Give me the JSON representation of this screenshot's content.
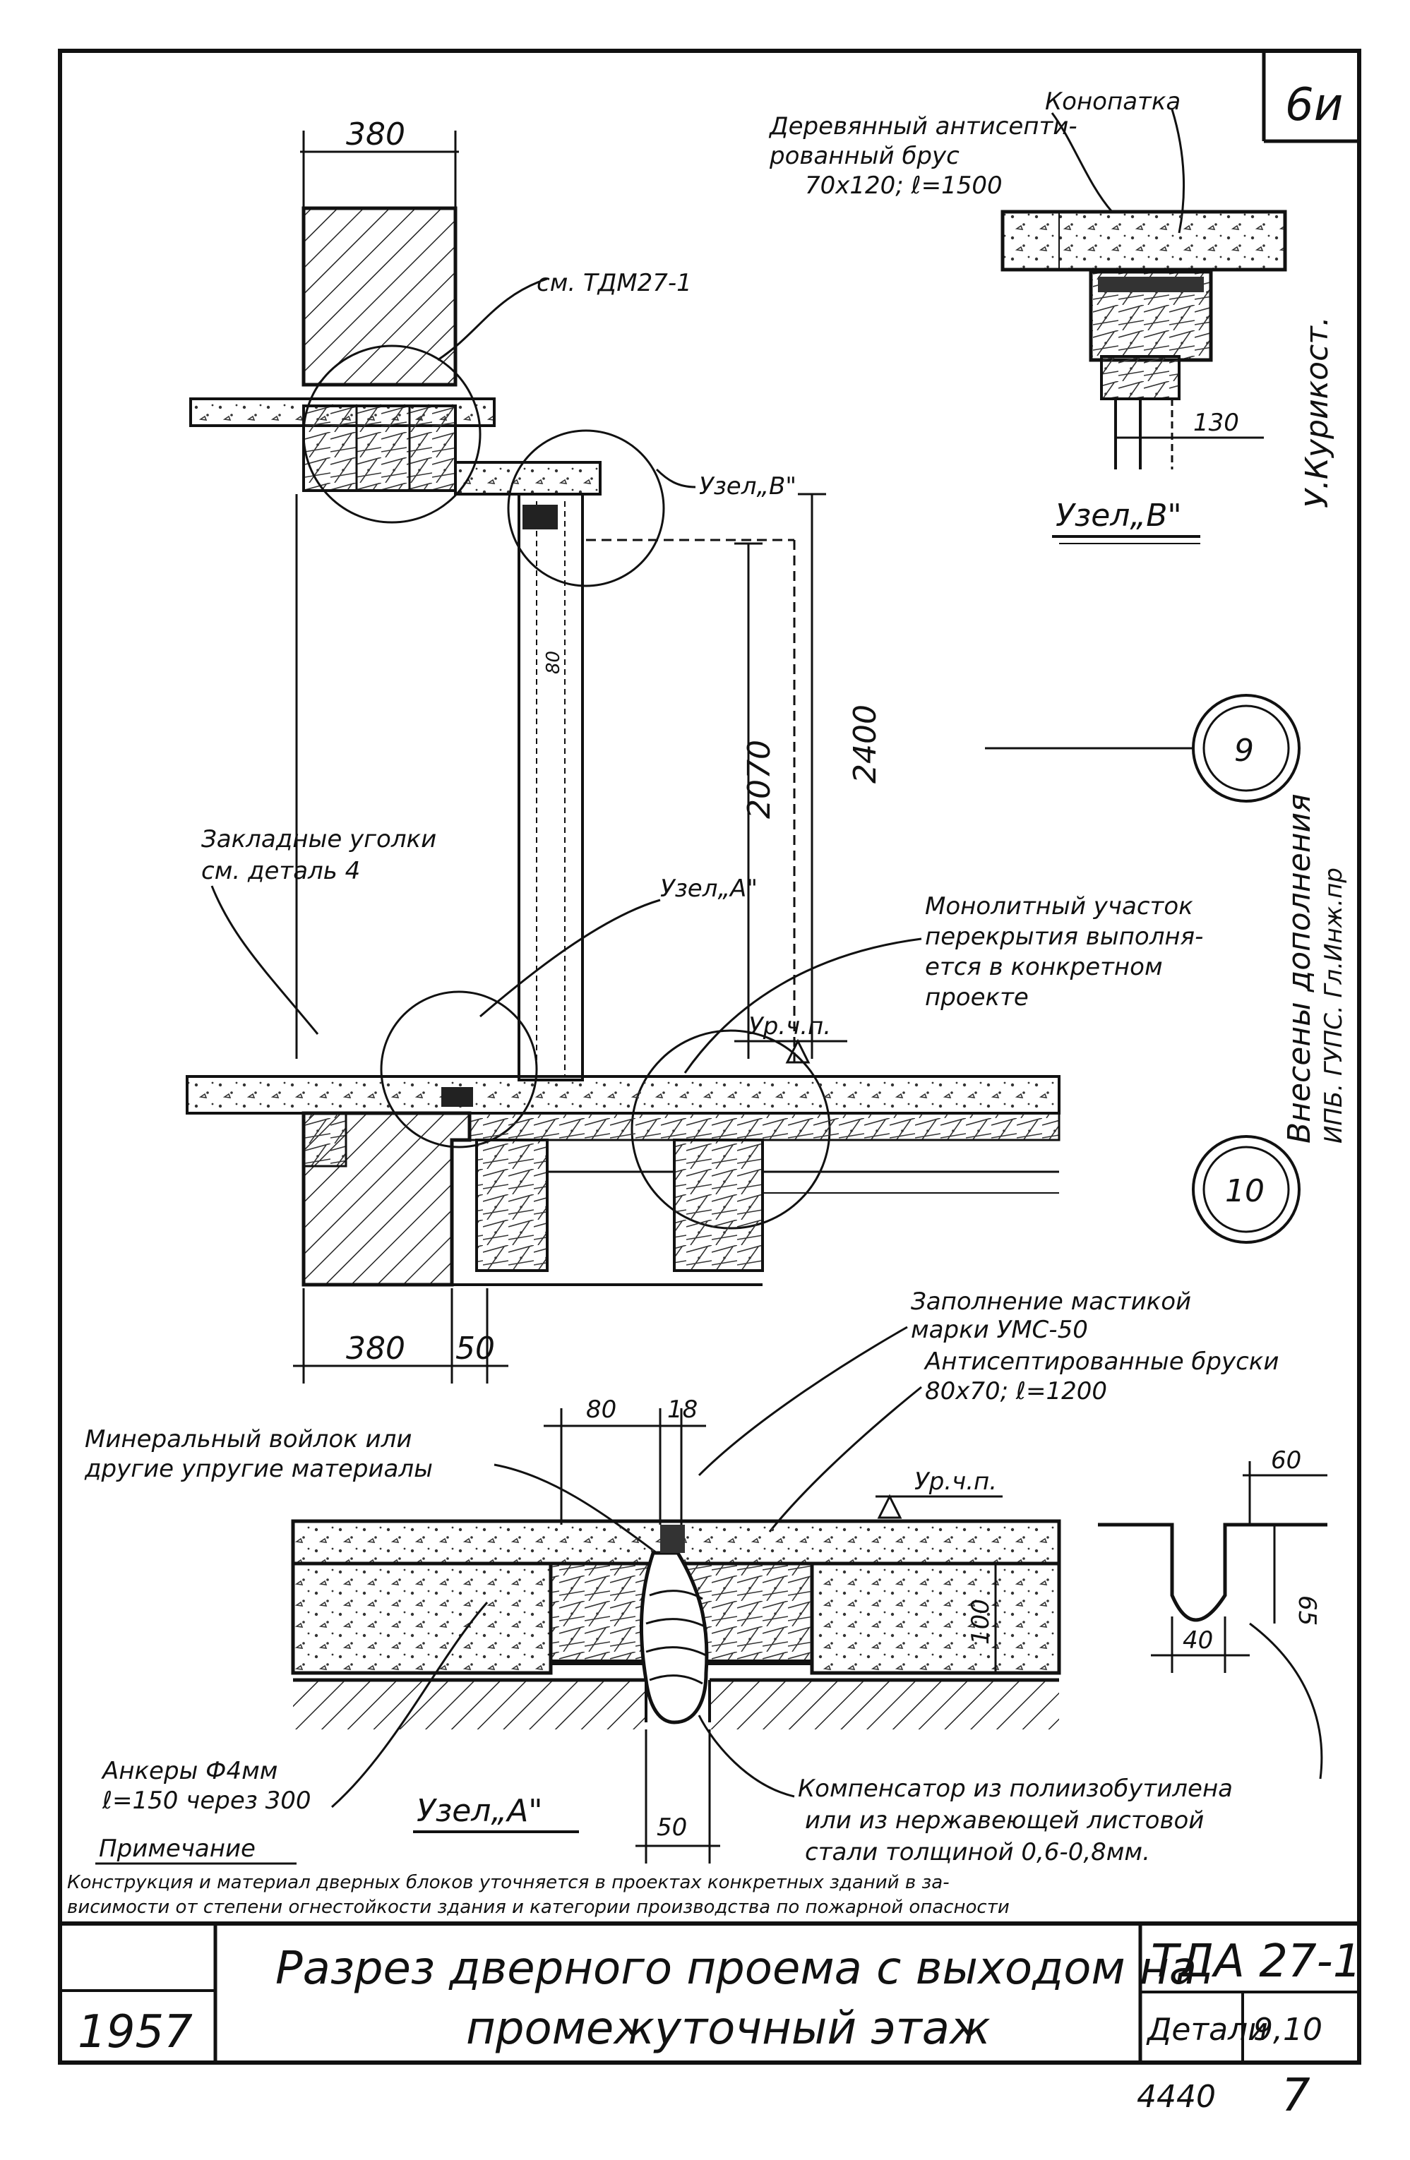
{
  "sheet": {
    "sheet_mark": "6и",
    "approval_stamp_lines": [
      "Внесены дополнения",
      "ИПБ. ГУПС. Гл.Инж.пр"
    ],
    "signature": "У.Курикост.",
    "circle_markers": [
      "9",
      "10"
    ]
  },
  "labels": {
    "dim_380_top": "380",
    "ref_tdm": "см. ТДМ27-1",
    "node_b_ref": "Узел„В\"",
    "dim_80_door": "80",
    "dim_2070": "2070",
    "dim_2400": "2400",
    "angle_note_1": "Закладные уголки",
    "angle_note_2": "см. деталь 4",
    "node_a_ref": "Узел„А\"",
    "monolith_1": "Монолитный участок",
    "monolith_2": "перекрытия выполня-",
    "monolith_3": "ется в конкретном",
    "monolith_4": "проекте",
    "floor_level_1": "Ур.ч.п.",
    "dim_380_bottom": "380",
    "dim_50_bottom": "50"
  },
  "node_b": {
    "title": "Узел„В\"",
    "caulk": "Конопатка",
    "beam_1": "Деревянный антисепти-",
    "beam_2": "рованный брус",
    "beam_3": "70х120; ℓ=1500",
    "dim_130": "130"
  },
  "node_a": {
    "title": "Узел„А\"",
    "mastic_1": "Заполнение мастикой",
    "mastic_2": "марки УМС-50",
    "bars_1": "Антисептированные бруски",
    "bars_2": "80х70; ℓ=1200",
    "dim_80": "80",
    "dim_18": "18",
    "mineral_1": "Минеральный войлок или",
    "mineral_2": "другие упругие материалы",
    "floor_level": "Ур.ч.п.",
    "dim_100": "100",
    "anchors_1": "Анкеры Ф4мм",
    "anchors_2": "ℓ=150 через 300",
    "comp_1": "Компенсатор из полиизобутилена",
    "comp_2": "или из нержавеющей листовой",
    "comp_3": "стали толщиной 0,6-0,8мм.",
    "dim_50": "50",
    "dim_60": "60",
    "dim_65": "65",
    "dim_40": "40"
  },
  "note": {
    "heading": "Примечание",
    "line_1": "Конструкция и материал дверных блоков уточняется в проектах конкретных зданий в за-",
    "line_2": "висимости от степени огнестойкости здания и категории производства по пожарной опасности"
  },
  "title_block": {
    "title_line_1": "Разрез дверного проема с выходом на",
    "title_line_2": "промежуточный этаж",
    "doc_code": "ТДА 27-1",
    "detail_label": "Детали",
    "detail_no": "9,10",
    "year": "1957",
    "archive_no": "4440",
    "page_no": "7"
  }
}
